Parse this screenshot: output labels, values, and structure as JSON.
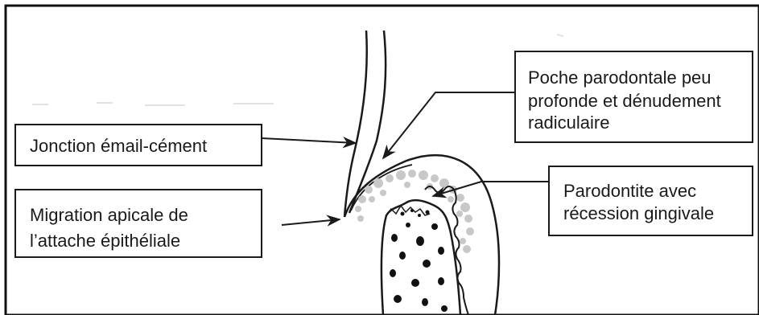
{
  "labels": {
    "cej": "Jonction émail-cément",
    "migration_line1": "Migration apicale de",
    "migration_line2": "l’attache épithéliale",
    "pocket_line1": "Poche parodontale peu",
    "pocket_line2": "profonde et dénudement",
    "pocket_line3": "radiculaire",
    "perio_line1": "Parodontite avec",
    "perio_line2": "récession gingivale"
  },
  "colors": {
    "ink": "#1a1a1a",
    "background": "#ffffff",
    "gingival_stipple": "#c8c8c8"
  }
}
